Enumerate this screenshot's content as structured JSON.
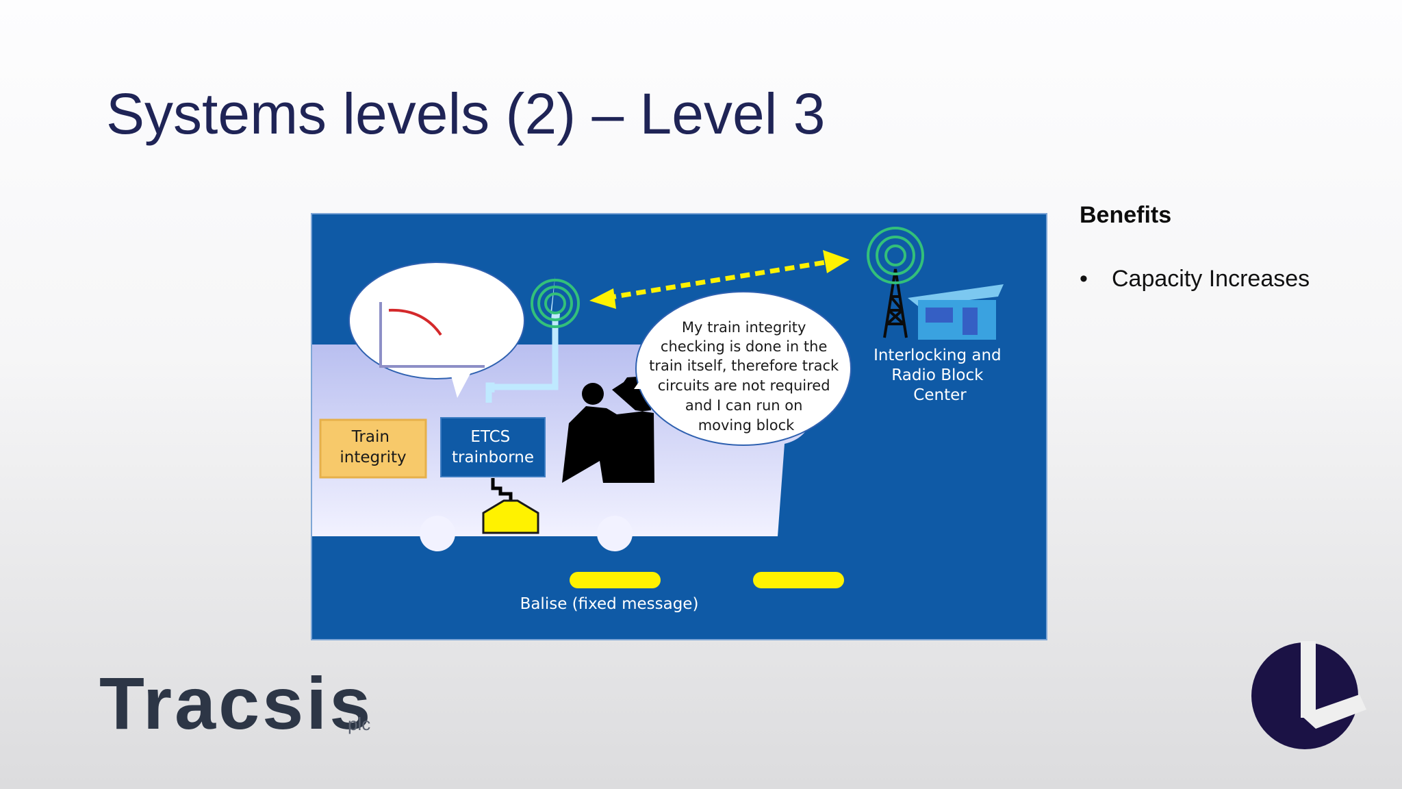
{
  "slide": {
    "title": "Systems levels (2) – Level 3"
  },
  "diagram": {
    "train_integrity": [
      "Train",
      "integrity"
    ],
    "etcs": [
      "ETCS",
      "trainborne"
    ],
    "speech": [
      "My train integrity",
      "checking is done in the",
      "train itself, therefore track",
      "circuits are not required",
      "and I can run on",
      "moving block"
    ],
    "rbc": [
      "Interlocking and",
      "Radio Block",
      "Center"
    ],
    "balise_label": "Balise (fixed message)"
  },
  "benefits": {
    "heading": "Benefits",
    "bullet": "•",
    "items": [
      "Capacity Increases"
    ]
  },
  "logo": {
    "name": "Tracsis",
    "suffix": "plc"
  },
  "colors": {
    "title": "#1f2456",
    "diagram_bg": "#0f5aa6",
    "train_box": "#f7c96a",
    "balise": "#fff200",
    "corner_mark": "#1b1245"
  }
}
